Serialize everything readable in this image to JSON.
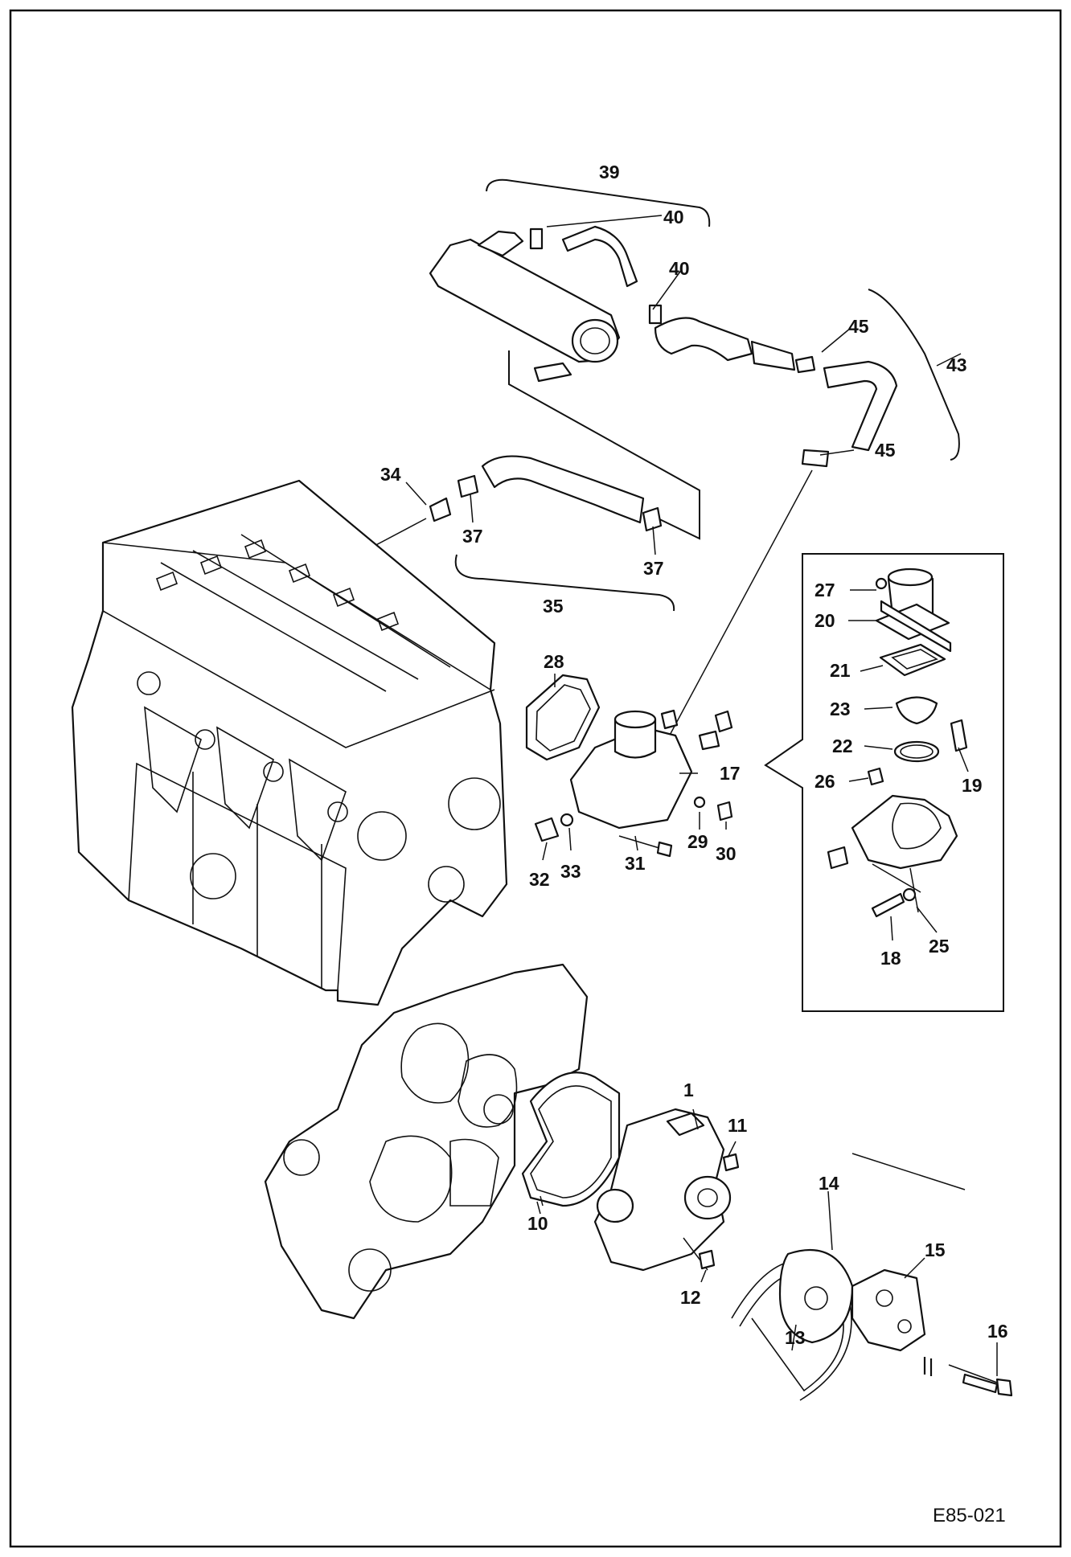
{
  "diagram_code": "E85-021",
  "part_labels": [
    "1",
    "10",
    "11",
    "12",
    "13",
    "14",
    "15",
    "16",
    "17",
    "18",
    "19",
    "20",
    "21",
    "22",
    "23",
    "25",
    "26",
    "27",
    "28",
    "29",
    "30",
    "31",
    "32",
    "33",
    "34",
    "35",
    "37",
    "37",
    "39",
    "40",
    "40",
    "43",
    "45",
    "45"
  ]
}
